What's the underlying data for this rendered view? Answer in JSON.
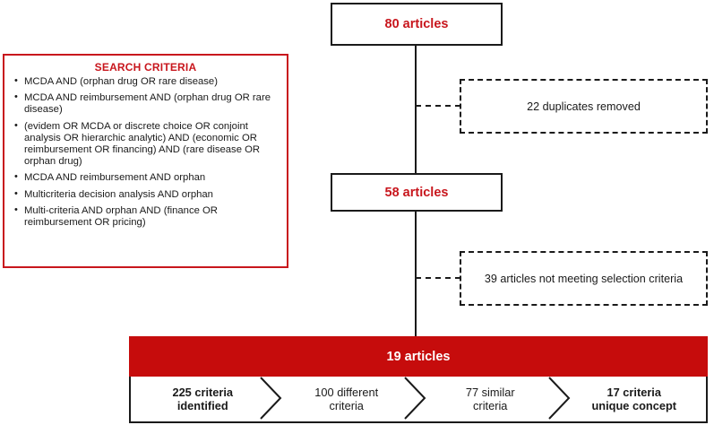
{
  "search_panel": {
    "title": "SEARCH CRITERIA",
    "bullet_glyph": "•",
    "border_color": "#c8161d",
    "items": [
      "MCDA AND (orphan drug OR rare disease)",
      "MCDA AND reimbursement AND (orphan drug OR rare disease)",
      "(evidem OR MCDA or discrete choice OR conjoint analysis OR hierarchic analytic) AND (economic OR reimbursement OR financing) AND (rare disease OR orphan drug)",
      "MCDA AND reimbursement AND orphan",
      "Multicriteria decision analysis AND orphan",
      "Multi-criteria AND orphan AND (finance OR reimbursement OR pricing)"
    ]
  },
  "flow": {
    "box_identified": "80 articles",
    "box_after_duplicates": "58 articles",
    "excluded_duplicates": "22 duplicates removed",
    "excluded_selection": "39 articles not meeting selection criteria",
    "banner_total": "19 articles",
    "accent_color": "#c8161d",
    "banner_color": "#c60c0c"
  },
  "criteria_funnel": {
    "steps": [
      {
        "line1": "225 criteria",
        "line2": "identified",
        "bold": true
      },
      {
        "line1": "100 different",
        "line2": "criteria",
        "bold": false
      },
      {
        "line1": "77 similar",
        "line2": "criteria",
        "bold": false
      },
      {
        "line1": "17 criteria",
        "line2": "unique concept",
        "bold": true
      }
    ]
  },
  "chart_data": {
    "type": "diagram",
    "title": "PRISMA-style article selection flow",
    "stages": [
      {
        "label": "80 articles",
        "value": 80
      },
      {
        "label": "22 duplicates removed",
        "value": 22
      },
      {
        "label": "58 articles",
        "value": 58
      },
      {
        "label": "39 articles not meeting selection criteria",
        "value": 39
      },
      {
        "label": "19 articles",
        "value": 19
      }
    ],
    "funnel": [
      {
        "label": "225 criteria identified",
        "value": 225
      },
      {
        "label": "100 different criteria",
        "value": 100
      },
      {
        "label": "77 similar criteria",
        "value": 77
      },
      {
        "label": "17 criteria unique concept",
        "value": 17
      }
    ]
  }
}
